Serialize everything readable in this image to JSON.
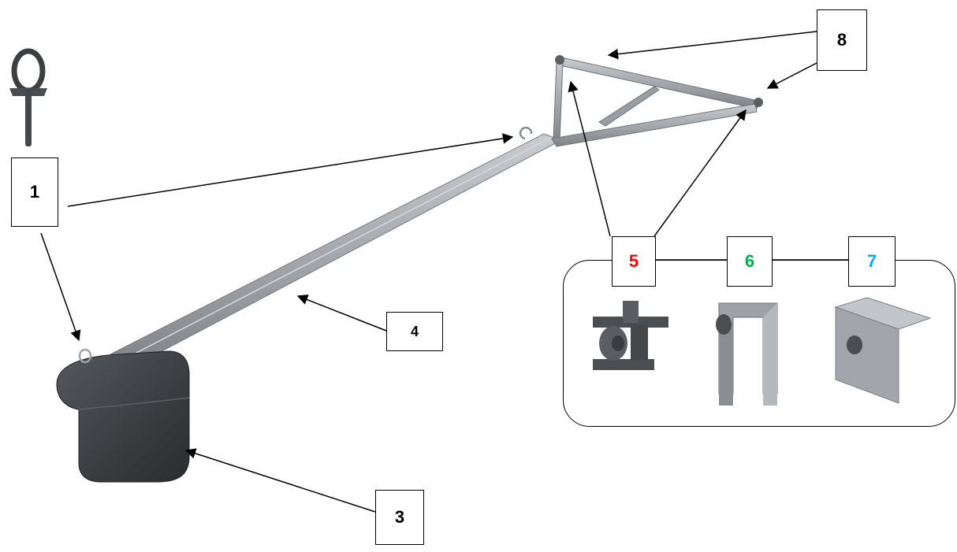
{
  "labels": {
    "l1": "1",
    "l3": "3",
    "l4": "4",
    "l5": "5",
    "l6": "6",
    "l7": "7",
    "l8": "8"
  },
  "colors": {
    "label_5": "#ff0000",
    "label_6": "#00b050",
    "label_7": "#00b0f0",
    "default_label": "#000000",
    "metal": "#a9adb1",
    "counterweight": "#3d4043"
  },
  "parts": {
    "part_1": "ring-anchor",
    "part_3": "counterweight",
    "part_4": "boom-beam",
    "part_5": "clamp-bracket",
    "part_6": "u-bracket",
    "part_7": "angle-bracket",
    "part_8": "end-fittings"
  }
}
